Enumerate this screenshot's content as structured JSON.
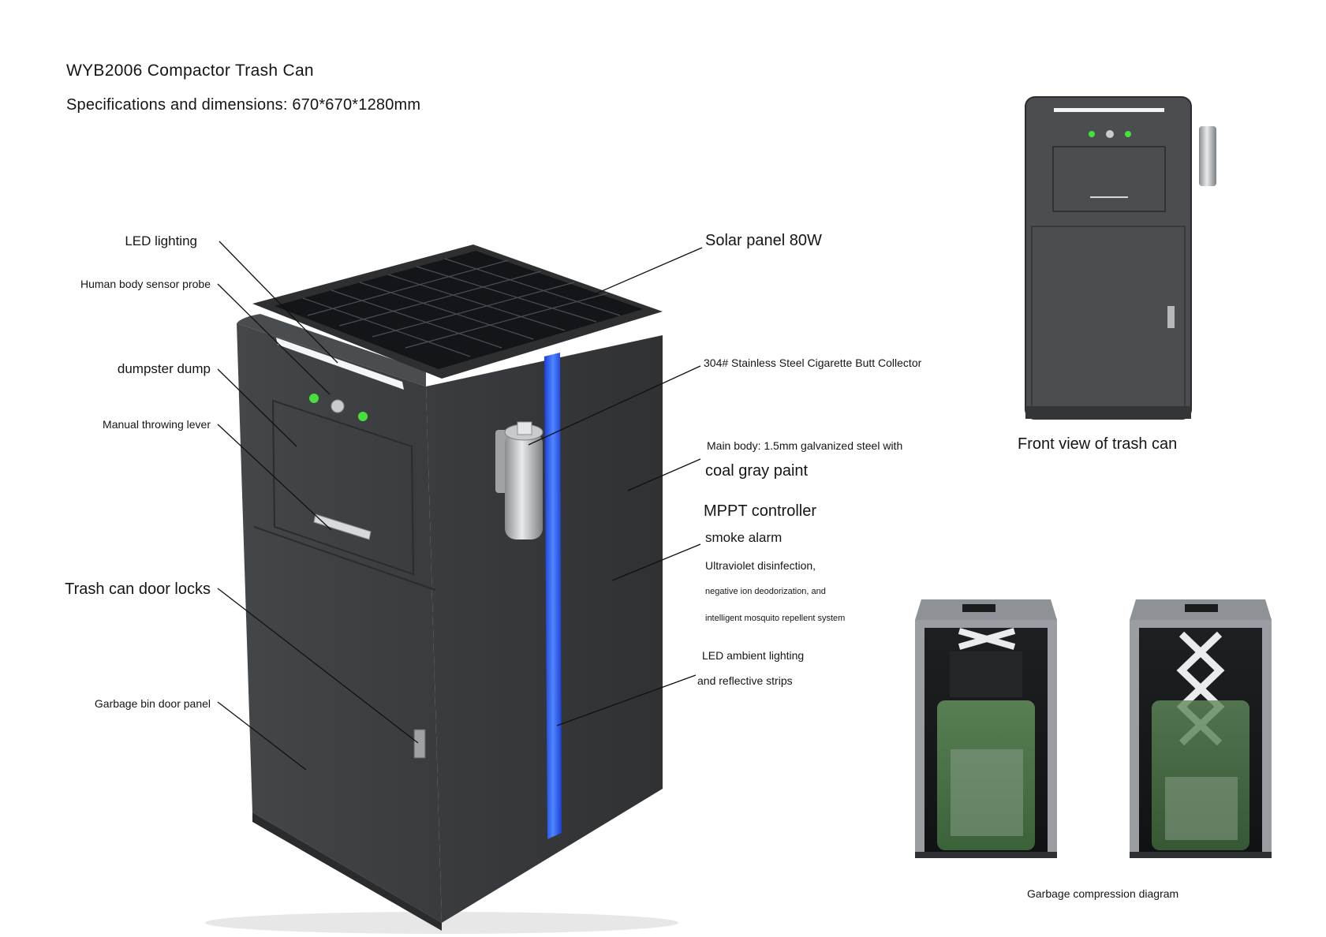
{
  "header": {
    "title": "WYB2006 Compactor Trash Can",
    "subtitle": "Specifications and dimensions: 670*670*1280mm"
  },
  "left_callouts": {
    "led_lighting": "LED lighting",
    "body_sensor": "Human body sensor probe",
    "dumpster_dump": "dumpster dump",
    "throwing_lever": "Manual throwing lever",
    "door_locks": "Trash can door locks",
    "door_panel": "Garbage bin door panel"
  },
  "right_callouts": {
    "solar_panel": "Solar panel 80W",
    "butt_collector": "304# Stainless Steel Cigarette Butt Collector",
    "main_body_line1": "Main body: 1.5mm galvanized steel with",
    "main_body_line2": "coal gray paint",
    "mppt": "MPPT controller",
    "smoke_alarm": "smoke alarm",
    "uv_line1": "Ultraviolet disinfection,",
    "uv_line2": "negative ion deodorization, and",
    "uv_line3": "intelligent mosquito repellent system",
    "ambient_line1": "LED ambient lighting",
    "ambient_line2": "and reflective strips"
  },
  "captions": {
    "front_view": "Front view of trash can",
    "compression": "Garbage compression diagram"
  },
  "colors": {
    "body": "#3d3f41",
    "body_dark": "#2e3032",
    "accent_blue": "#2f6bff",
    "led_green": "#46e03c",
    "steel": "#b9bcbf"
  }
}
